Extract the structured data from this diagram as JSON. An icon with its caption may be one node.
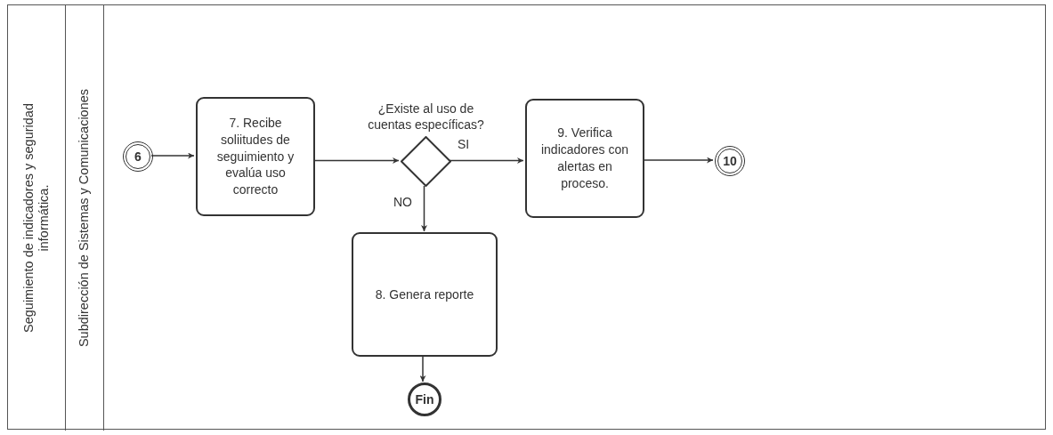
{
  "diagram": {
    "nodes": [
      {
        "text": [
          "Seguimiento de indicadores y seguridad informática."
        ]
      },
      {
        "text": [
          "Subdirección de Sistemas y Comunicaciones"
        ],
        "in": 0
      },
      {
        "text": [
          "6"
        ],
        "in": 1
      },
      {
        "text": [
          "7. Recibe soliitudes de seguimiento y evalúa uso correcto"
        ],
        "in": 1
      },
      {
        "text": [
          "¿Existe al uso de cuentas específicas?"
        ],
        "in": 1
      },
      {
        "text": [
          "9. Verifica indicadores con alertas en proceso."
        ],
        "in": 1
      },
      {
        "text": [
          "10"
        ],
        "in": 1
      },
      {
        "text": [
          "8. Genera reporte"
        ],
        "in": 1
      },
      {
        "text": [
          "Fin"
        ],
        "in": 1
      }
    ],
    "edges": [
      {
        "from": 2,
        "to": 3,
        "arrow": "to"
      },
      {
        "from": 3,
        "to": 4,
        "arrow": "to"
      },
      {
        "from": 4,
        "to": 5,
        "arrow": "to",
        "label": "SI"
      },
      {
        "from": 5,
        "to": 6,
        "arrow": "to"
      },
      {
        "from": 4,
        "to": 7,
        "arrow": "to",
        "label": "NO"
      },
      {
        "from": 7,
        "to": 8,
        "arrow": "to"
      }
    ]
  }
}
